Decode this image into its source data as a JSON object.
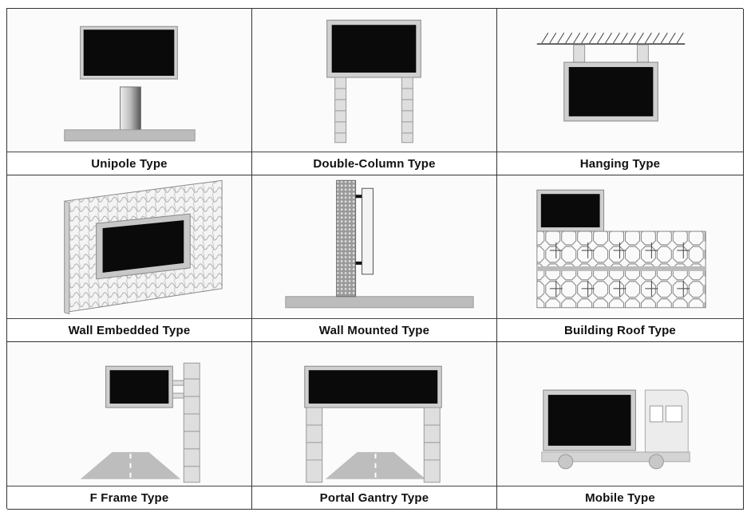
{
  "types": [
    {
      "label": "Unipole Type",
      "icon": "unipole-billboard-icon"
    },
    {
      "label": "Double-Column Type",
      "icon": "double-column-billboard-icon"
    },
    {
      "label": "Hanging Type",
      "icon": "hanging-screen-icon"
    },
    {
      "label": "Wall Embedded Type",
      "icon": "wall-embedded-screen-icon"
    },
    {
      "label": "Wall Mounted Type",
      "icon": "wall-mounted-screen-icon"
    },
    {
      "label": "Building Roof Type",
      "icon": "building-roof-screen-icon"
    },
    {
      "label": "F Frame Type",
      "icon": "f-frame-billboard-icon"
    },
    {
      "label": "Portal Gantry Type",
      "icon": "portal-gantry-billboard-icon"
    },
    {
      "label": "Mobile Type",
      "icon": "mobile-truck-screen-icon"
    }
  ],
  "colors": {
    "screen": "#0a0a0a",
    "frame": "#c8c8c8",
    "structure": "#d9d9d9",
    "ground": "#bcbcbc",
    "grid_line": "#333333"
  }
}
